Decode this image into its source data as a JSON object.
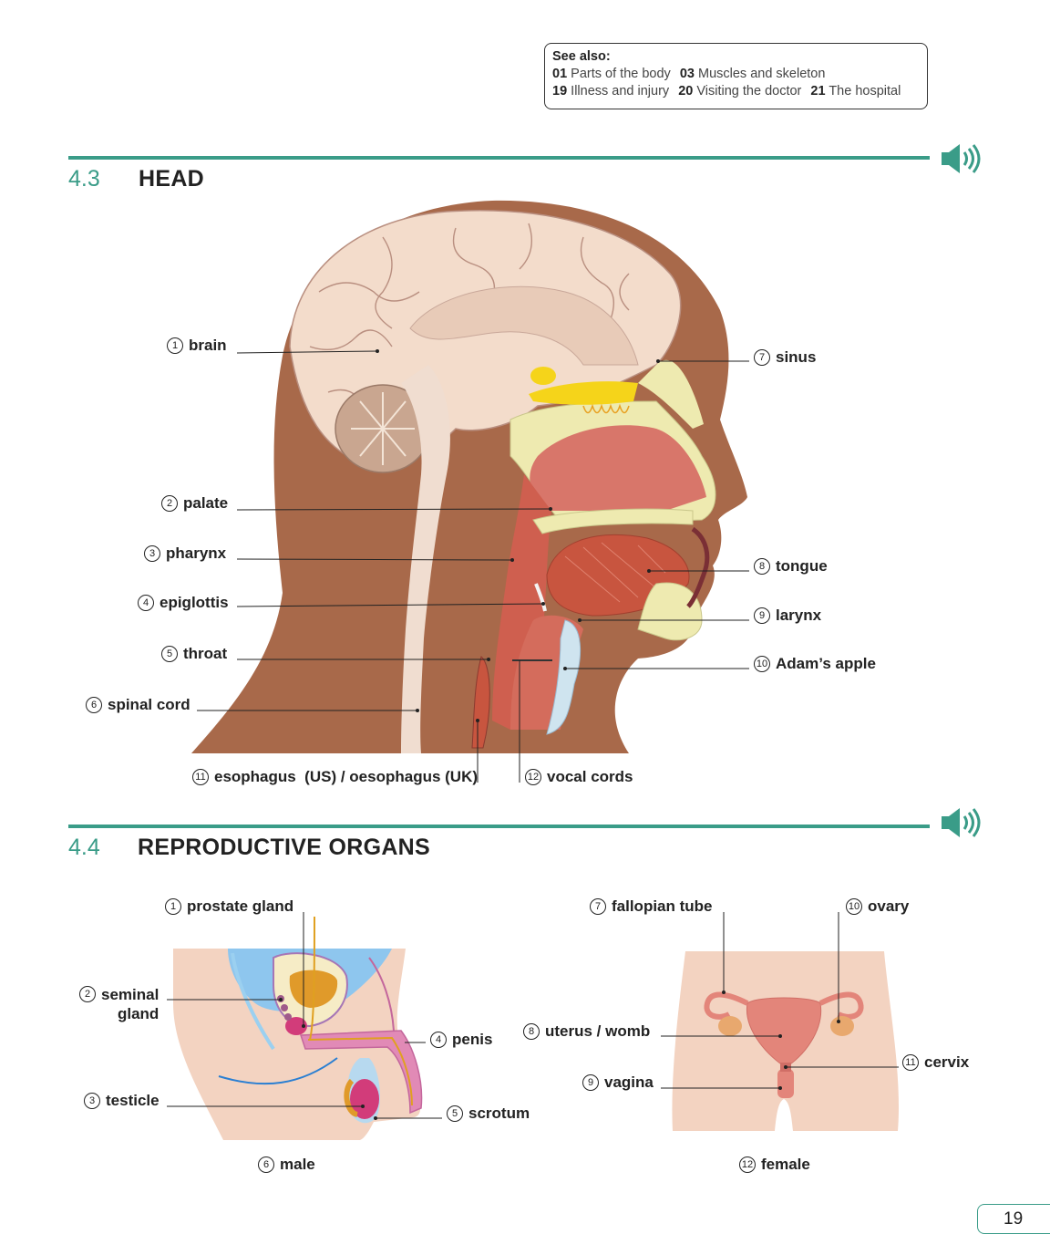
{
  "see_also": {
    "heading": "See also:",
    "items": [
      {
        "num": "01",
        "label": "Parts of the body"
      },
      {
        "num": "03",
        "label": "Muscles and skeleton"
      },
      {
        "num": "19",
        "label": "Illness and injury"
      },
      {
        "num": "20",
        "label": "Visiting the doctor"
      },
      {
        "num": "21",
        "label": "The hospital"
      }
    ]
  },
  "section_head": {
    "number": "4.3",
    "title": "HEAD",
    "labels": [
      {
        "n": "1",
        "text": "brain"
      },
      {
        "n": "2",
        "text": "palate"
      },
      {
        "n": "3",
        "text": "pharynx"
      },
      {
        "n": "4",
        "text": "epiglottis"
      },
      {
        "n": "5",
        "text": "throat"
      },
      {
        "n": "6",
        "text": "spinal cord"
      },
      {
        "n": "7",
        "text": "sinus"
      },
      {
        "n": "8",
        "text": "tongue"
      },
      {
        "n": "9",
        "text": "larynx"
      },
      {
        "n": "10",
        "text": "Adam’s apple"
      },
      {
        "n": "11",
        "text": "esophagus  (US) / oesophagus (UK)"
      },
      {
        "n": "12",
        "text": "vocal cords"
      }
    ]
  },
  "section_repro": {
    "number": "4.4",
    "title": "REPRODUCTIVE ORGANS",
    "labels": [
      {
        "n": "1",
        "text": "prostate gland"
      },
      {
        "n": "2",
        "text": "seminal",
        "text2": "gland"
      },
      {
        "n": "3",
        "text": "testicle"
      },
      {
        "n": "4",
        "text": "penis"
      },
      {
        "n": "5",
        "text": "scrotum"
      },
      {
        "n": "6",
        "text": "male"
      },
      {
        "n": "7",
        "text": "fallopian tube"
      },
      {
        "n": "8",
        "text": "uterus / womb"
      },
      {
        "n": "9",
        "text": "vagina"
      },
      {
        "n": "10",
        "text": "ovary"
      },
      {
        "n": "11",
        "text": "cervix"
      },
      {
        "n": "12",
        "text": "female"
      }
    ]
  },
  "audio_icon": "speaker-sound-icon",
  "page_number": "19",
  "colors": {
    "accent": "#3a9c88",
    "skin_dark": "#a8694a",
    "brain": "#f3dccb",
    "muscle": "#cf5f4f",
    "bone": "#eeeab0"
  }
}
